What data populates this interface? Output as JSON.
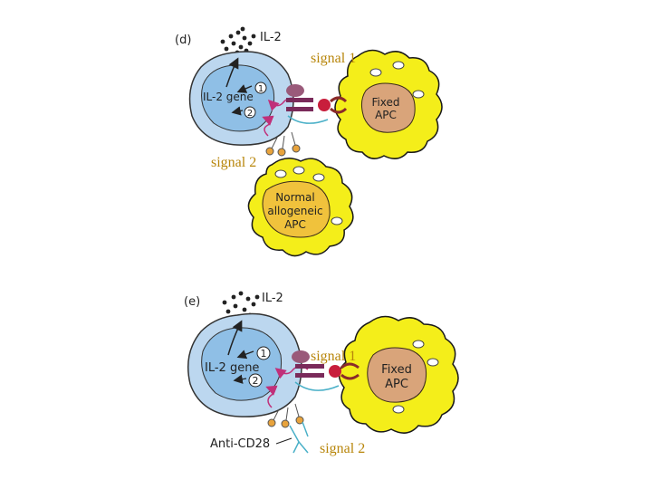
{
  "panel_d": {
    "letter": "(d)",
    "il2": "IL-2",
    "gene_label": "IL-2 gene",
    "step1": "1",
    "step2": "2",
    "apc_fixed_line1": "Fixed",
    "apc_fixed_line2": "APC",
    "apc_normal_line1": "Normal",
    "apc_normal_line2": "allogeneic",
    "apc_normal_line3": "APC",
    "signal1": "signal 1",
    "signal2": "signal 2"
  },
  "panel_e": {
    "letter": "(e)",
    "il2": "IL-2",
    "gene_label": "IL-2 gene",
    "step1": "1",
    "step2": "2",
    "apc_fixed_line1": "Fixed",
    "apc_fixed_line2": "APC",
    "antibody_label": "Anti-CD28",
    "signal1": "signal 1",
    "signal2": "signal 2"
  },
  "colors": {
    "tcell_outer": "#bcd7ef",
    "tcell_nucleus": "#8fbfe6",
    "apc_yellow": "#f4ee1a",
    "apc_nucleus": "#d9a47a",
    "apc_normal_nucleus": "#f0c23c",
    "signal_text": "#b8860b",
    "arrow_magenta": "#c0307a",
    "tcr_purple": "#7a2a5a",
    "ligand_red": "#c81e3c",
    "b7_orange": "#e8a33c"
  }
}
